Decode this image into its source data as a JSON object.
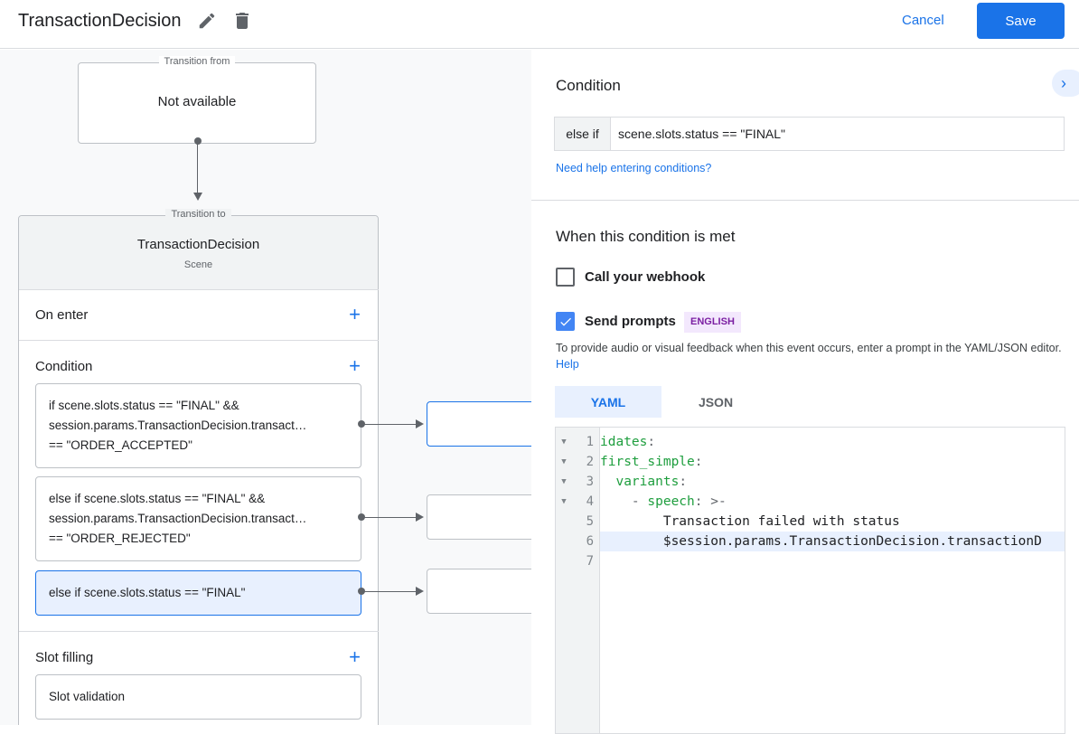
{
  "header": {
    "title": "TransactionDecision",
    "edit_icon": "pencil-icon",
    "delete_icon": "trash-icon",
    "cancel_label": "Cancel",
    "save_label": "Save"
  },
  "canvas": {
    "from_node": {
      "legend": "Transition from",
      "text": "Not available"
    },
    "scene_node": {
      "legend": "Transition to",
      "name": "TransactionDecision",
      "type": "Scene",
      "on_enter": "On enter",
      "condition": "Condition",
      "slot_filling": "Slot filling",
      "slot_validation": "Slot validation",
      "conditions": [
        {
          "lines": [
            "if scene.slots.status == \"FINAL\" &&",
            "session.params.TransactionDecision.transact…",
            "== \"ORDER_ACCEPTED\""
          ],
          "selected": false
        },
        {
          "lines": [
            "else if scene.slots.status == \"FINAL\" &&",
            "session.params.TransactionDecision.transact…",
            "== \"ORDER_REJECTED\""
          ],
          "selected": false
        },
        {
          "lines": [
            "else if scene.slots.status == \"FINAL\""
          ],
          "selected": true
        }
      ]
    }
  },
  "panel": {
    "condition_heading": "Condition",
    "condition_prefix": "else if",
    "condition_value": "scene.slots.status == \"FINAL\"",
    "help_link": "Need help entering conditions?",
    "met_heading": "When this condition is met",
    "webhook_label": "Call your webhook",
    "webhook_checked": false,
    "prompts_label": "Send prompts",
    "prompts_checked": true,
    "language_badge": "ENGLISH",
    "description": "To provide audio or visual feedback when this event occurs, enter a prompt in the YAML/JSON editor.",
    "description_link": "Help",
    "tabs": [
      {
        "label": "YAML",
        "active": true
      },
      {
        "label": "JSON",
        "active": false
      }
    ],
    "code_lines": [
      {
        "n": "1",
        "fold": true,
        "segs": [
          {
            "t": "idates",
            "c": "k"
          },
          {
            "t": ":",
            "c": "p"
          }
        ]
      },
      {
        "n": "2",
        "fold": true,
        "segs": [
          {
            "t": "first_simple",
            "c": "k"
          },
          {
            "t": ":",
            "c": "p"
          }
        ]
      },
      {
        "n": "3",
        "fold": true,
        "segs": [
          {
            "t": "  ",
            "c": ""
          },
          {
            "t": "variants",
            "c": "k"
          },
          {
            "t": ":",
            "c": "p"
          }
        ]
      },
      {
        "n": "4",
        "fold": true,
        "segs": [
          {
            "t": "    - ",
            "c": "p"
          },
          {
            "t": "speech",
            "c": "k"
          },
          {
            "t": ": >-",
            "c": "p"
          }
        ]
      },
      {
        "n": "5",
        "fold": false,
        "segs": [
          {
            "t": "        Transaction failed with status",
            "c": ""
          }
        ]
      },
      {
        "n": "6",
        "fold": false,
        "highlight": true,
        "segs": [
          {
            "t": "        $session.params.TransactionDecision.transactionD",
            "c": ""
          }
        ]
      },
      {
        "n": "7",
        "fold": false,
        "segs": []
      }
    ]
  },
  "colors": {
    "accent": "#1a73e8",
    "selected_bg": "#e8f0fe",
    "badge_bg": "#f3e8fd",
    "badge_text": "#7b1fa2",
    "yaml_key": "#1e9e3e"
  }
}
